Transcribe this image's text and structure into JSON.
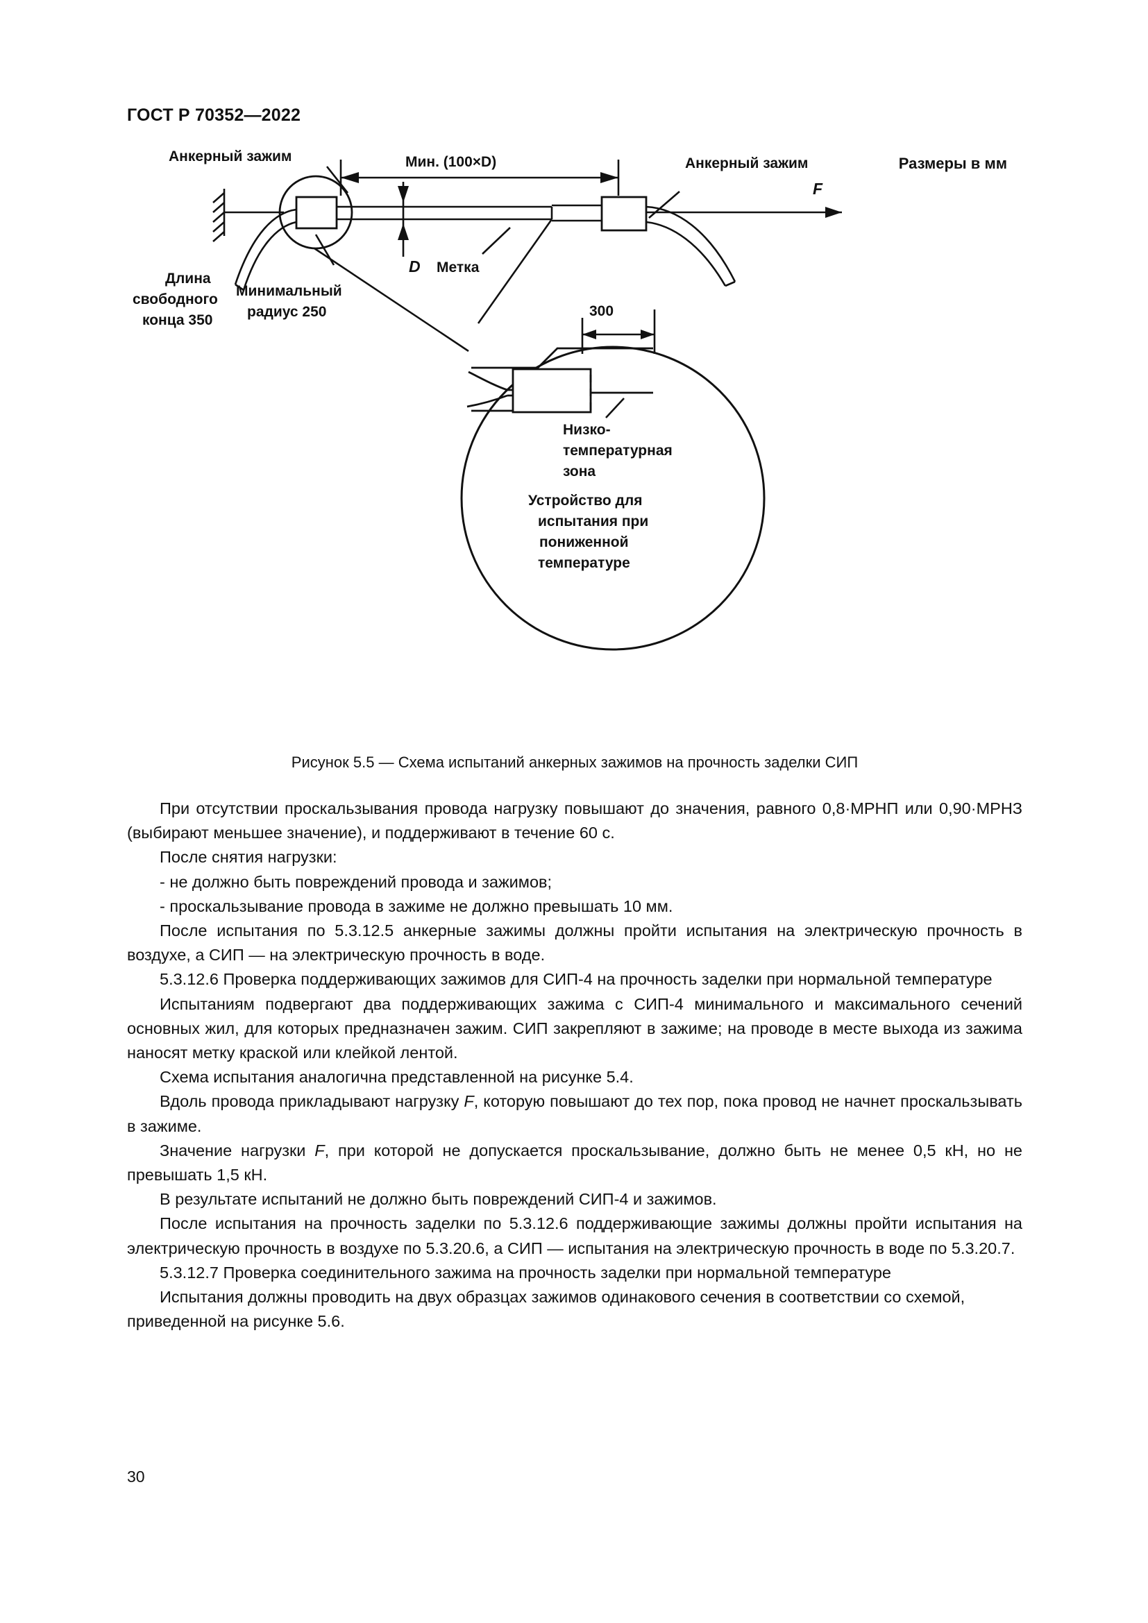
{
  "header": {
    "standard_number": "ГОСТ Р 70352—2022"
  },
  "figure": {
    "units_note": "Размеры в мм",
    "caption": "Рисунок 5.5 — Схема испытаний анкерных зажимов на прочность заделки СИП",
    "labels": {
      "anchor_clamp_left": "Анкерный зажим",
      "anchor_clamp_right": "Анкерный зажим",
      "min_span": "Мин. (100×D)",
      "force": "F",
      "diameter": "D",
      "mark": "Метка",
      "free_end_length_line1": "Длина",
      "free_end_length_line2": "свободного",
      "free_end_length_line3": "конца 350",
      "min_radius_line1": "Минимальный",
      "min_radius_line2": "радиус 250",
      "detail_dimension": "300",
      "low_temp_zone_line1": "Низко-",
      "low_temp_zone_line2": "температурная",
      "low_temp_zone_line3": "зона",
      "low_temp_device_line1": "Устройство для",
      "low_temp_device_line2": "испытания при",
      "low_temp_device_line3": "пониженной",
      "low_temp_device_line4": "температуре"
    }
  },
  "body": {
    "p1": "При отсутствии проскальзывания провода нагрузку повышают до значения, равного 0,8·МРНП или 0,90·МРНЗ (выбирают меньшее значение), и поддерживают в течение 60 с.",
    "p2": "После снятия нагрузки:",
    "p3": "-  не должно быть повреждений провода и зажимов;",
    "p4": "-  проскальзывание провода в зажиме не должно превышать 10 мм.",
    "p5": "После испытания по 5.3.12.5 анкерные зажимы должны пройти испытания на электрическую прочность в воздухе, а СИП — на электрическую прочность в воде.",
    "p6": "5.3.12.6 Проверка поддерживающих зажимов для СИП-4 на прочность заделки при нормальной температуре",
    "p7": "Испытаниям подвергают два поддерживающих зажима с СИП-4 минимального и максимального сечений основных жил, для которых предназначен зажим. СИП закрепляют в зажиме; на проводе в месте выхода из зажима наносят метку краской или клейкой лентой.",
    "p8": "Схема испытания аналогична представленной на рисунке 5.4.",
    "p9_a": "Вдоль провода прикладывают нагрузку ",
    "p9_f": "F",
    "p9_b": ", которую повышают до тех пор, пока провод не начнет проскальзывать в зажиме.",
    "p10_a": "Значение нагрузки ",
    "p10_f": "F",
    "p10_b": ", при которой не допускается проскальзывание, должно быть не менее 0,5 кН, но не превышать 1,5 кН.",
    "p11": "В результате испытаний не должно быть повреждений СИП-4 и зажимов.",
    "p12": "После испытания на прочность заделки по 5.3.12.6 поддерживающие зажимы должны пройти испытания на электрическую прочность в воздухе по 5.3.20.6, а СИП — испытания на электрическую прочность в воде по 5.3.20.7.",
    "p13": "5.3.12.7 Проверка соединительного зажима на прочность заделки при нормальной температуре",
    "p14": "Испытания должны проводить на двух образцах зажимов одинакового сечения в соответствии со схемой, приведенной на рисунке 5.6."
  },
  "footer": {
    "page_number": "30"
  }
}
